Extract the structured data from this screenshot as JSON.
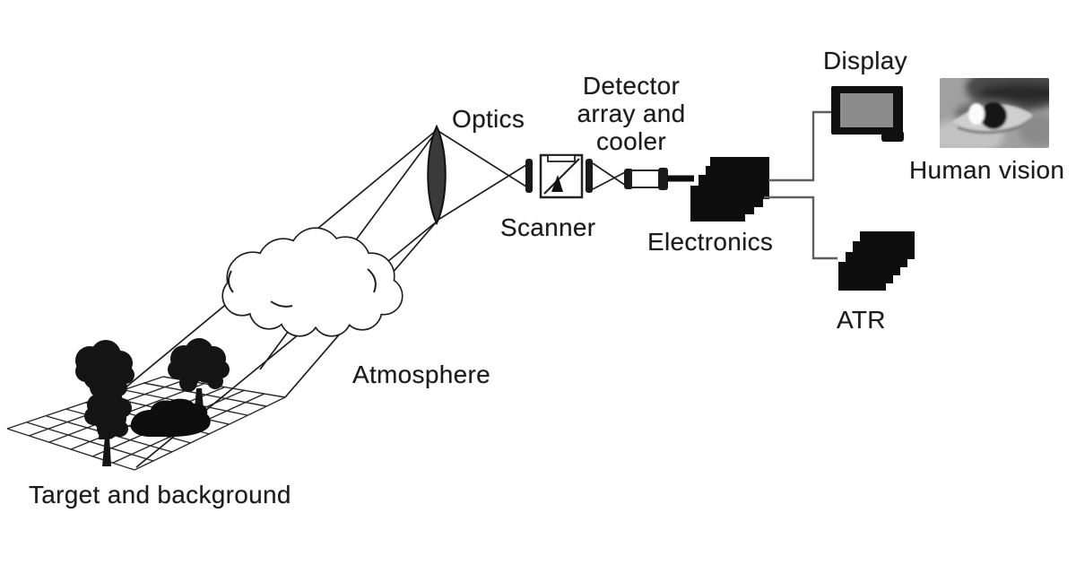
{
  "labels": {
    "optics": "Optics",
    "detector_line1": "Detector",
    "detector_line2": "array and",
    "detector_line3": "cooler",
    "scanner": "Scanner",
    "electronics": "Electronics",
    "display": "Display",
    "human_vision": "Human vision",
    "atr": "ATR",
    "atmosphere": "Atmosphere",
    "target_background": "Target and background"
  },
  "colors": {
    "background": "#ffffff",
    "ink": "#1f1f1f",
    "block_black": "#0d0d0d",
    "screen_gray": "#8c8c8c",
    "connector_gray": "#5f5f5f",
    "eye_photo_gray": "#a0a0a0"
  }
}
